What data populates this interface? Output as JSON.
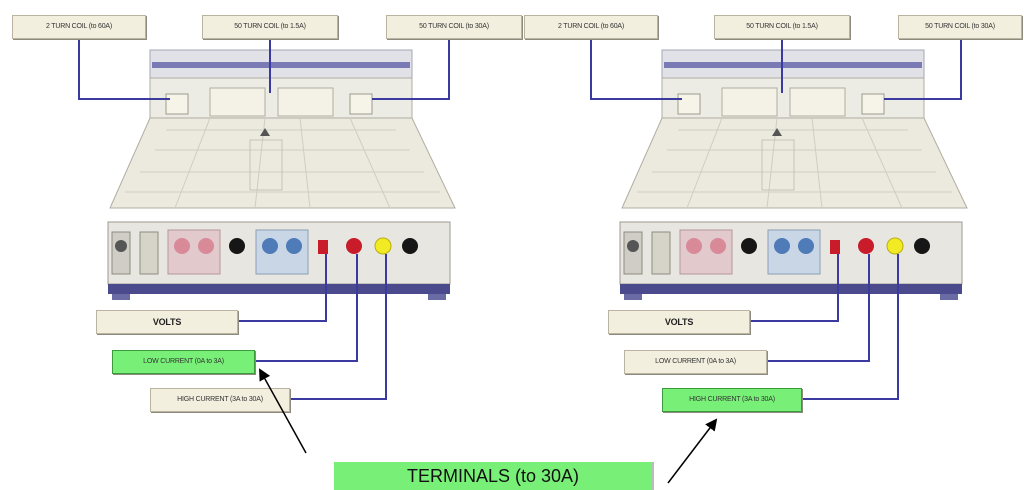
{
  "panels": [
    {
      "labels": {
        "coil_2": "2 TURN COIL (to 60A)",
        "coil_50_middle": "50 TURN COIL (to 1.5A)",
        "coil_50_right": "50 TURN COIL (to 30A)",
        "volts": "VOLTS",
        "low_current": "LOW CURRENT (0A to 3A)",
        "high_current": "HIGH CURRENT (3A to 30A)"
      }
    },
    {
      "labels": {
        "coil_2": "2 TURN COIL (to 60A)",
        "coil_50_middle": "50 TURN COIL (to 1.5A)",
        "coil_50_right": "50 TURN COIL (to 30A)",
        "volts": "VOLTS",
        "low_current": "LOW CURRENT (0A to 3A)",
        "high_current": "HIGH CURRENT (3A to 30A)"
      }
    }
  ],
  "callout": "TERMINALS (to 30A)",
  "colors": {
    "highlight": "#78f078",
    "wire": "#3a3aa0",
    "label_bg": "#f3efdf",
    "terminal_red": "#c81c2a",
    "terminal_yellow": "#f2ea22",
    "terminal_black": "#161616",
    "terminal_blue": "#4f7bb8",
    "terminal_pink": "#d88a98"
  }
}
